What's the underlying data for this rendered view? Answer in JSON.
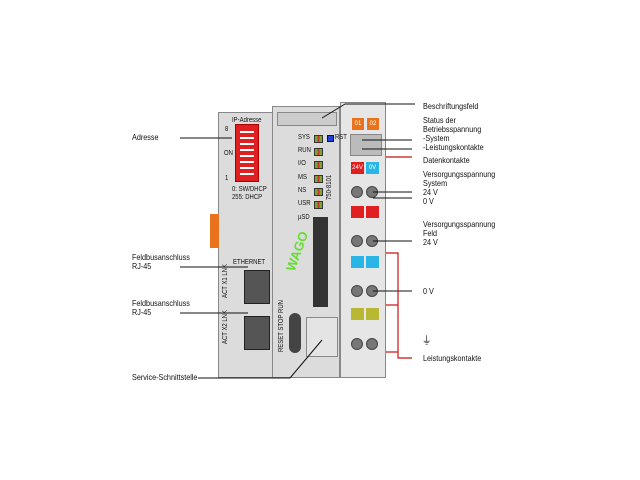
{
  "left_labels": {
    "address": "Adresse",
    "fieldbus1": [
      "Feldbusanschluss",
      "RJ-45"
    ],
    "fieldbus2": [
      "Feldbusanschluss",
      "RJ-45"
    ],
    "service": "Service-Schnittstelle"
  },
  "right_labels": {
    "label_field": "Beschriftungsfeld",
    "status": [
      "Status der",
      "Betriebsspannung",
      "-System",
      "-Leistungskontakte"
    ],
    "data_contacts": "Datenkontakte",
    "supply_system": [
      "Versorgungsspannung",
      "System",
      "24 V",
      "0 V"
    ],
    "supply_field": [
      "Versorgungsspannung",
      "Feld",
      "24 V"
    ],
    "zero_v": "0 V",
    "ground_symbol": "⏚",
    "power_contacts": "Leistungskontakte"
  },
  "device": {
    "ip_title": "IP-Adresse",
    "dip_8": "8",
    "dip_on": "ON",
    "dip_1": "1",
    "dhcp_note": [
      "0: SW/DHCP",
      "255: DHCP"
    ],
    "leds": [
      "SYS",
      "RUN",
      "I/O",
      "MS",
      "NS",
      "USR"
    ],
    "usd": "µSD",
    "rst": "RST",
    "model": "750-8101",
    "ethernet": "ETHERNET",
    "port1": [
      "ACT",
      "X1",
      "LNK"
    ],
    "port2": [
      "ACT",
      "X2",
      "LNK"
    ],
    "mode_switch": [
      "RESET",
      "STOP",
      "RUN"
    ],
    "logo": "WAGO",
    "terminal_top": [
      "01",
      "02"
    ],
    "supply_labels": [
      "24V",
      "0V"
    ]
  },
  "colors": {
    "red_line": "#cc1111",
    "dip": "#e02020",
    "orange": "#e8731c",
    "blue": "#29b6e6",
    "yellow": "#b8b832"
  }
}
